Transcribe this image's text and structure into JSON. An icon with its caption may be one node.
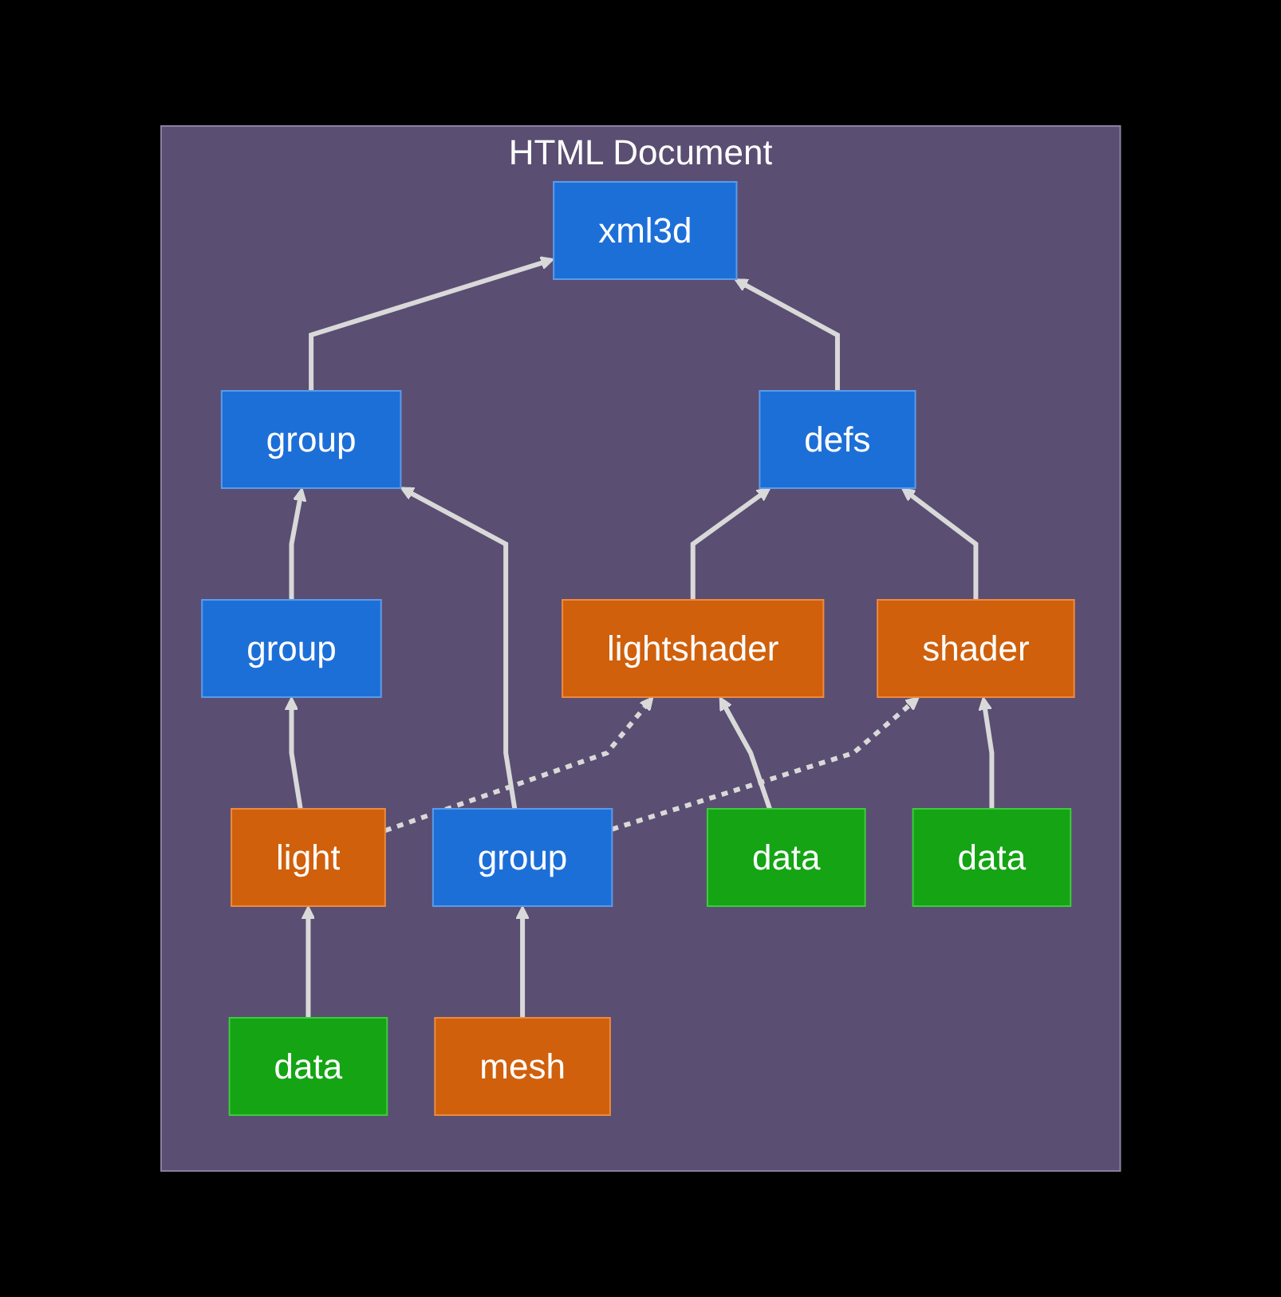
{
  "diagram": {
    "nodes": [
      {
        "text": [
          "HTML Document"
        ]
      },
      {
        "text": [
          "xml3d"
        ],
        "in": 0
      },
      {
        "text": [
          "group"
        ],
        "in": 0
      },
      {
        "text": [
          "defs"
        ],
        "in": 0
      },
      {
        "text": [
          "group"
        ],
        "in": 0
      },
      {
        "text": [
          "group"
        ],
        "in": 0
      },
      {
        "text": [
          "mesh"
        ],
        "in": 0
      },
      {
        "text": [
          "shader"
        ],
        "in": 0
      },
      {
        "text": [
          "light"
        ],
        "in": 0
      },
      {
        "text": [
          "lightshader"
        ],
        "in": 0
      },
      {
        "text": [
          "data"
        ],
        "in": 0
      },
      {
        "text": [
          "data"
        ],
        "in": 0
      },
      {
        "text": [
          "data"
        ],
        "in": 0
      }
    ],
    "edges": [
      {
        "from": 2,
        "to": 1,
        "arrow": "to"
      },
      {
        "from": 3,
        "to": 1,
        "arrow": "to"
      },
      {
        "from": 4,
        "to": 2,
        "arrow": "to"
      },
      {
        "from": 5,
        "to": 2,
        "arrow": "to"
      },
      {
        "from": 8,
        "to": 4,
        "arrow": "to"
      },
      {
        "from": 6,
        "to": 5,
        "arrow": "to"
      },
      {
        "from": 5,
        "to": 7,
        "arrow": "to",
        "style": "dashed"
      },
      {
        "from": 9,
        "to": 3,
        "arrow": "to"
      },
      {
        "from": 7,
        "to": 3,
        "arrow": "to"
      },
      {
        "from": 8,
        "to": 9,
        "arrow": "to",
        "style": "dashed"
      },
      {
        "from": 10,
        "to": 8,
        "arrow": "to"
      },
      {
        "from": 11,
        "to": 9,
        "arrow": "to"
      },
      {
        "from": 12,
        "to": 7,
        "arrow": "to"
      }
    ]
  }
}
